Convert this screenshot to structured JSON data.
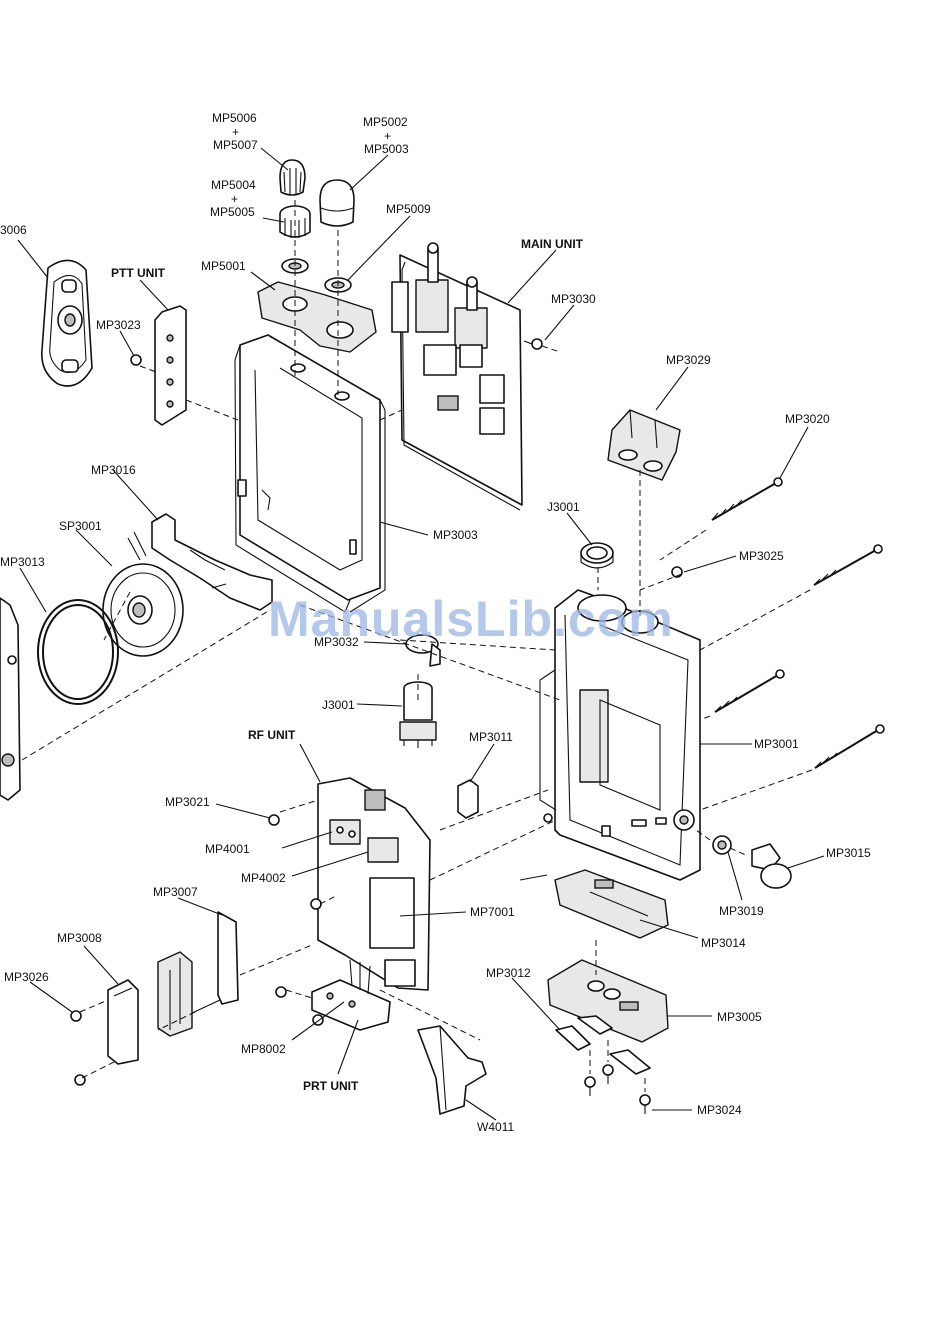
{
  "labels": {
    "mp5006_top": "MP5006",
    "mp5006_plus": "+",
    "mp5007": "MP5007",
    "mp5002_top": "MP5002",
    "mp5002_plus": "+",
    "mp5003": "MP5003",
    "mp5004_top": "MP5004",
    "mp5004_plus": "+",
    "mp5005": "MP5005",
    "mp5009": "MP5009",
    "main_unit": "MAIN UNIT",
    "mp3006": "3006",
    "ptt_unit": "PTT UNIT",
    "mp5001": "MP5001",
    "mp3030": "MP3030",
    "mp3023": "MP3023",
    "mp3029": "MP3029",
    "mp3020": "MP3020",
    "mp3016": "MP3016",
    "mp3003": "MP3003",
    "j3001_top": "J3001",
    "sp3001": "SP3001",
    "mp3025": "MP3025",
    "mp3013": "MP3013",
    "mp3032": "MP3032",
    "j3001_bottom": "J3001",
    "mp3011": "MP3011",
    "mp3001": "MP3001",
    "rf_unit": "RF UNIT",
    "mp3021": "MP3021",
    "mp4001": "MP4001",
    "mp4002": "MP4002",
    "mp3015": "MP3015",
    "mp3019": "MP3019",
    "mp3007": "MP3007",
    "mp7001": "MP7001",
    "mp3014": "MP3014",
    "mp3008": "MP3008",
    "mp3012": "MP3012",
    "mp3026": "MP3026",
    "mp3005": "MP3005",
    "mp8002": "MP8002",
    "prt_unit": "PRT UNIT",
    "mp3024": "MP3024",
    "w4011": "W4011"
  },
  "watermark": "ManualsLib.com",
  "colors": {
    "line": "#111111",
    "background": "#ffffff",
    "watermark": "#9ab6e3"
  }
}
